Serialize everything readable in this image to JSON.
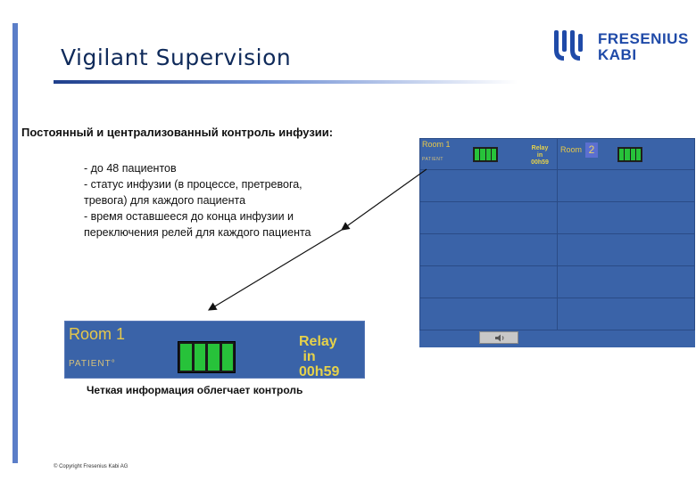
{
  "slide": {
    "title": "Vigilant Supervision",
    "logo": {
      "line1": "FRESENIUS",
      "line2": "KABI"
    },
    "heading": "Постоянный и централизованный контроль инфузии:",
    "bullets": [
      "- до 48 пациентов",
      "- статус инфузии (в процессе, претревога,",
      "тревога) для каждого пациента",
      "- время оставшееся до конца инфузии и",
      "переключения релей для каждого пациента"
    ],
    "caption": "Четкая информация облегчает контроль",
    "copyright": "© Copyright Fresenius Kabi AG"
  },
  "monitor": {
    "room1_label": "Room 1",
    "patient_label": "PATIENT",
    "relay_lines": [
      "Relay",
      "in",
      "00h59"
    ],
    "room2_label": "Room",
    "room2_badge": "2",
    "speaker_icon": "speaker-icon",
    "battery_segments": 4
  },
  "card": {
    "room": "Room 1",
    "patient": "PATIENT°",
    "relay_lines": [
      "Relay",
      " in",
      "00h59"
    ],
    "battery_segments": 4
  },
  "colors": {
    "panel_blue": "#3a63a8",
    "label_yellow": "#e6c84a",
    "battery_green": "#27c23a",
    "title_navy": "#0f2a5a",
    "logo_blue": "#1f4aa8"
  }
}
